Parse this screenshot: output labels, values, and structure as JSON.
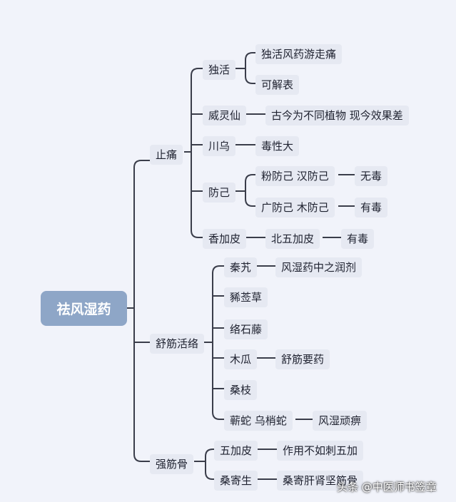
{
  "root": "祛风湿药",
  "branches": {
    "zhitong": {
      "label": "止痛",
      "duhuo": {
        "label": "独活",
        "children": [
          "独活风药游走痛",
          "可解表"
        ]
      },
      "weilingxian": {
        "label": "威灵仙",
        "note": "古今为不同植物 现今效果差"
      },
      "chuanwu": {
        "label": "川乌",
        "note": "毒性大"
      },
      "fangji": {
        "label": "防己",
        "children": [
          {
            "label": "粉防己 汉防己",
            "note": "无毒"
          },
          {
            "label": "广防己 木防己",
            "note": "有毒"
          }
        ]
      },
      "xiangjiapi": {
        "label": "香加皮",
        "note": "北五加皮",
        "note2": "有毒"
      }
    },
    "shujin": {
      "label": "舒筋活络",
      "qinjiao": {
        "label": "秦艽",
        "note": "风湿药中之润剂"
      },
      "xixiancao": {
        "label": "豨莶草"
      },
      "luoshiteng": {
        "label": "络石藤"
      },
      "mugua": {
        "label": "木瓜",
        "note": "舒筋要药"
      },
      "sangzhi": {
        "label": "桑枝"
      },
      "qishe": {
        "label": "蕲蛇 乌梢蛇",
        "note": "风湿顽痹"
      }
    },
    "qiangjin": {
      "label": "强筋骨",
      "wujiapi": {
        "label": "五加皮",
        "note": "作用不如刺五加"
      },
      "sangjisheng": {
        "label": "桑寄生",
        "note": "桑寄肝肾坚筋骨"
      }
    }
  },
  "watermark": "头条 @中医师书签章",
  "colors": {
    "line": "#3a3d4a",
    "node_bg": "#e6e9f2",
    "root_bg": "#8ea6c7",
    "page_bg": "#f1f3fa"
  }
}
